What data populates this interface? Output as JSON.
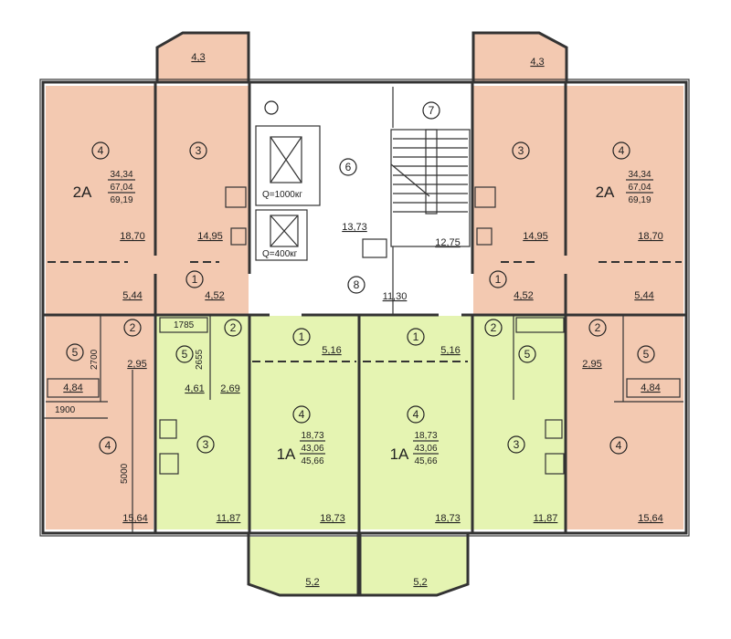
{
  "colors": {
    "two_room": "#f3c9b1",
    "one_room": "#e5f4b2",
    "common": "#ffffff",
    "lines": "#333333"
  },
  "left_2a": {
    "balcony_area": "4,3",
    "type": "2A",
    "living": "34,34",
    "total": "67,04",
    "total_with_balcony": "69,19",
    "rooms": {
      "r4": "4",
      "r3": "3",
      "r1": "1",
      "r2": "2",
      "r5": "5",
      "r4b": "4"
    },
    "areas": {
      "room4": "18,70",
      "room3": "14,95",
      "hall1": "4,52",
      "hall1b": "5,44",
      "corridor2": "2,95",
      "bath5": "4,84",
      "room4b": "15,64"
    },
    "dims": {
      "d2700": "2700",
      "d1900": "1900",
      "d5000": "5000"
    }
  },
  "left_1a": {
    "type": "1A",
    "living": "18,73",
    "total": "43,06",
    "total_with_balcony": "45,66",
    "rooms": {
      "r1": "1",
      "r2": "2",
      "r3": "3",
      "r4": "4",
      "r5": "5"
    },
    "areas": {
      "hall1": "5,16",
      "bath5": "4,61",
      "corridor2": "2,69",
      "kitchen3": "11,87",
      "room4": "18,73",
      "balcony": "5,2"
    },
    "dims": {
      "d1785": "1785",
      "d2655": "2655"
    }
  },
  "core": {
    "rooms": {
      "r6": "6",
      "r7": "7",
      "r8": "8"
    },
    "lift_large": "Q=1000кг",
    "lift_small": "Q=400кг",
    "areas": {
      "lobby6": "13,73",
      "stair7": "12,75",
      "corridor8": "11,30"
    }
  },
  "right_1a": {
    "type": "1A",
    "living": "18,73",
    "total": "43,06",
    "total_with_balcony": "45,66",
    "rooms": {
      "r1": "1",
      "r2": "2",
      "r3": "3",
      "r4": "4",
      "r5": "5"
    },
    "areas": {
      "hall1": "5,16",
      "kitchen3": "11,87",
      "room4": "18,73",
      "balcony": "5,2"
    }
  },
  "right_2a": {
    "balcony_area": "4,3",
    "type": "2A",
    "living": "34,34",
    "total": "67,04",
    "total_with_balcony": "69,19",
    "rooms": {
      "r4": "4",
      "r3": "3",
      "r1": "1",
      "r2": "2",
      "r5": "5",
      "r4b": "4"
    },
    "areas": {
      "room4": "18,70",
      "room3": "14,95",
      "hall1": "4,52",
      "hall1b": "5,44",
      "corridor2": "2,95",
      "bath5": "4,84",
      "room4b": "15,64"
    }
  }
}
